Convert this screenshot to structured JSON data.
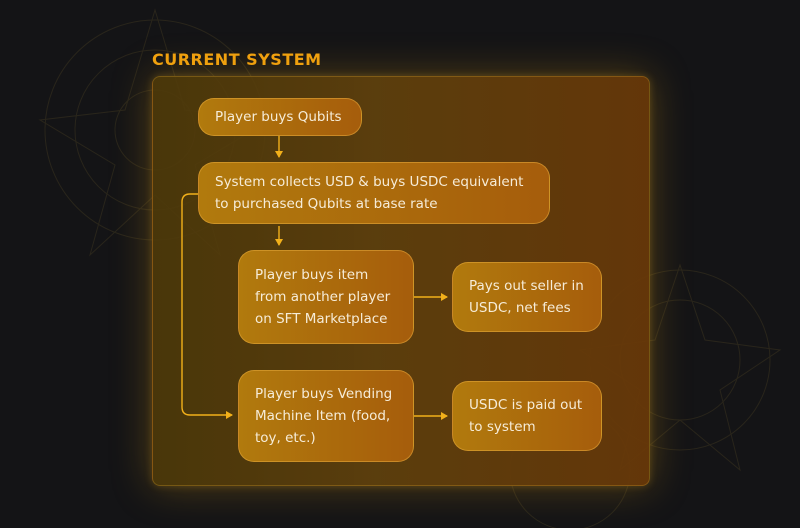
{
  "title": "CURRENT SYSTEM",
  "colors": {
    "accent": "#f2a20f",
    "connector": "#f2b01a",
    "node_text": "#f6ecd8"
  },
  "nodes": {
    "buy_qubits": "Player buys Qubits",
    "collect_usd": "System collects USD & buys USDC equivalent\nto purchased Qubits at base rate",
    "buy_from_player": "Player buys item\nfrom another player\non SFT Marketplace",
    "pays_seller": "Pays out seller in\nUSDC, net fees",
    "buy_vending": "Player buys Vending\nMachine Item (food,\ntoy, etc.)",
    "usdc_system": "USDC is paid out\nto system"
  }
}
